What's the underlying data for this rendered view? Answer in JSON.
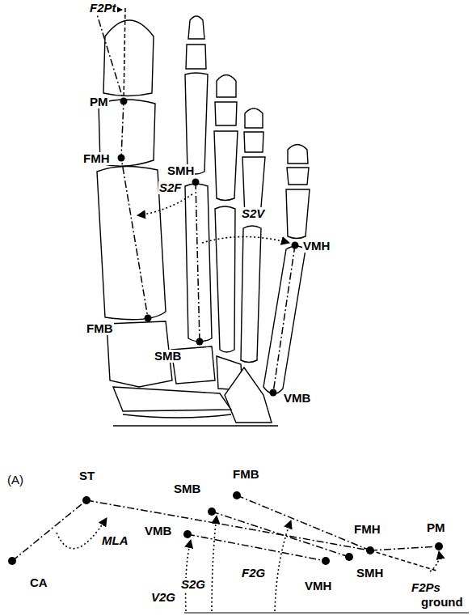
{
  "diagram": {
    "labels": [
      "F2Pt",
      "PM",
      "SMH",
      "FMH",
      "S2F",
      "S2V",
      "VMH",
      "FMB",
      "SMB",
      "VMB",
      "(A)",
      "ST",
      "FMB",
      "SMB",
      "PM",
      "FMH",
      "MLA",
      "VMB",
      "SMH",
      "CA",
      "V2G",
      "S2G",
      "F2G",
      "VMH",
      "F2Ps",
      "ground"
    ]
  }
}
